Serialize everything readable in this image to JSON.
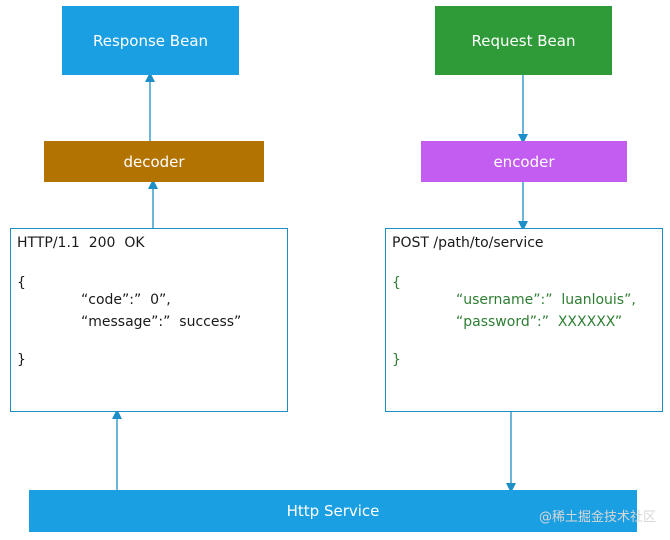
{
  "colors": {
    "bean_blue": "#1a9fe3",
    "bean_green": "#2e9a38",
    "decoder": "#b27300",
    "encoder": "#c35cf0",
    "arrow": "#1c8fc9"
  },
  "response_bean": {
    "label": "Response Bean"
  },
  "request_bean": {
    "label": "Request Bean"
  },
  "decoder": {
    "label": "decoder"
  },
  "encoder": {
    "label": "encoder"
  },
  "response_panel": {
    "status_line": "HTTP/1.1  200  OK",
    "open_brace": "{",
    "line1": "“code”:”  0”,",
    "line2": "“message”:”  success”",
    "close_brace": "}"
  },
  "request_panel": {
    "request_line": "POST /path/to/service",
    "open_brace": "{",
    "line1": "“username”:”  luanlouis”,",
    "line2": "“password”:”  XXXXXX”",
    "close_brace": "}"
  },
  "http_service": {
    "label": "Http Service"
  },
  "watermark": {
    "text": "@稀土掘金技术社区"
  }
}
